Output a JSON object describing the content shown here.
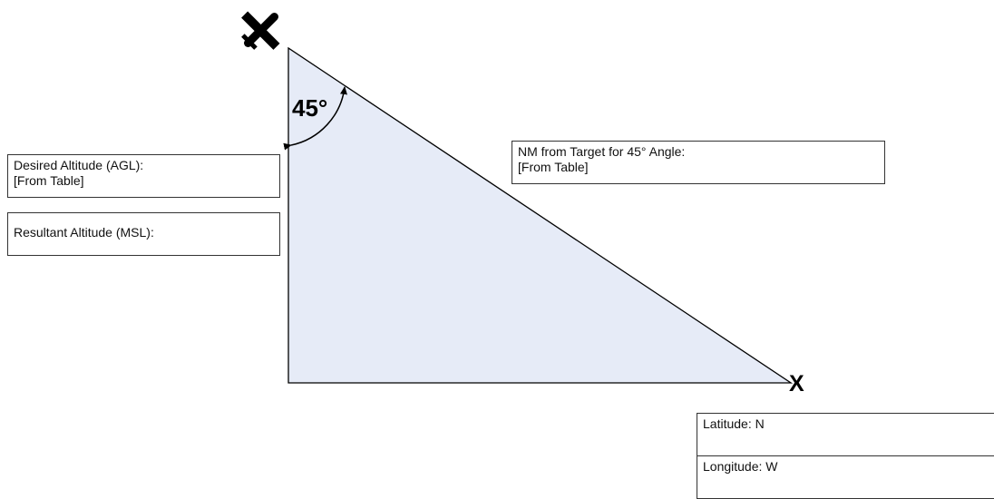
{
  "diagram": {
    "angle_label": "45°",
    "target_marker": "X",
    "aircraft_icon": "airplane-icon",
    "triangle_fill": "#e6ebf7",
    "stroke_color": "#000000"
  },
  "boxes": {
    "desired_altitude": {
      "line1": "Desired Altitude (AGL):",
      "line2": "[From Table]"
    },
    "resultant_altitude": {
      "line1": "Resultant Altitude (MSL):"
    },
    "nm_from_target": {
      "line1": "NM from Target for 45° Angle:",
      "line2": "[From Table]"
    },
    "latitude": {
      "line1": "Latitude: N"
    },
    "longitude": {
      "line1": "Longitude: W"
    }
  }
}
